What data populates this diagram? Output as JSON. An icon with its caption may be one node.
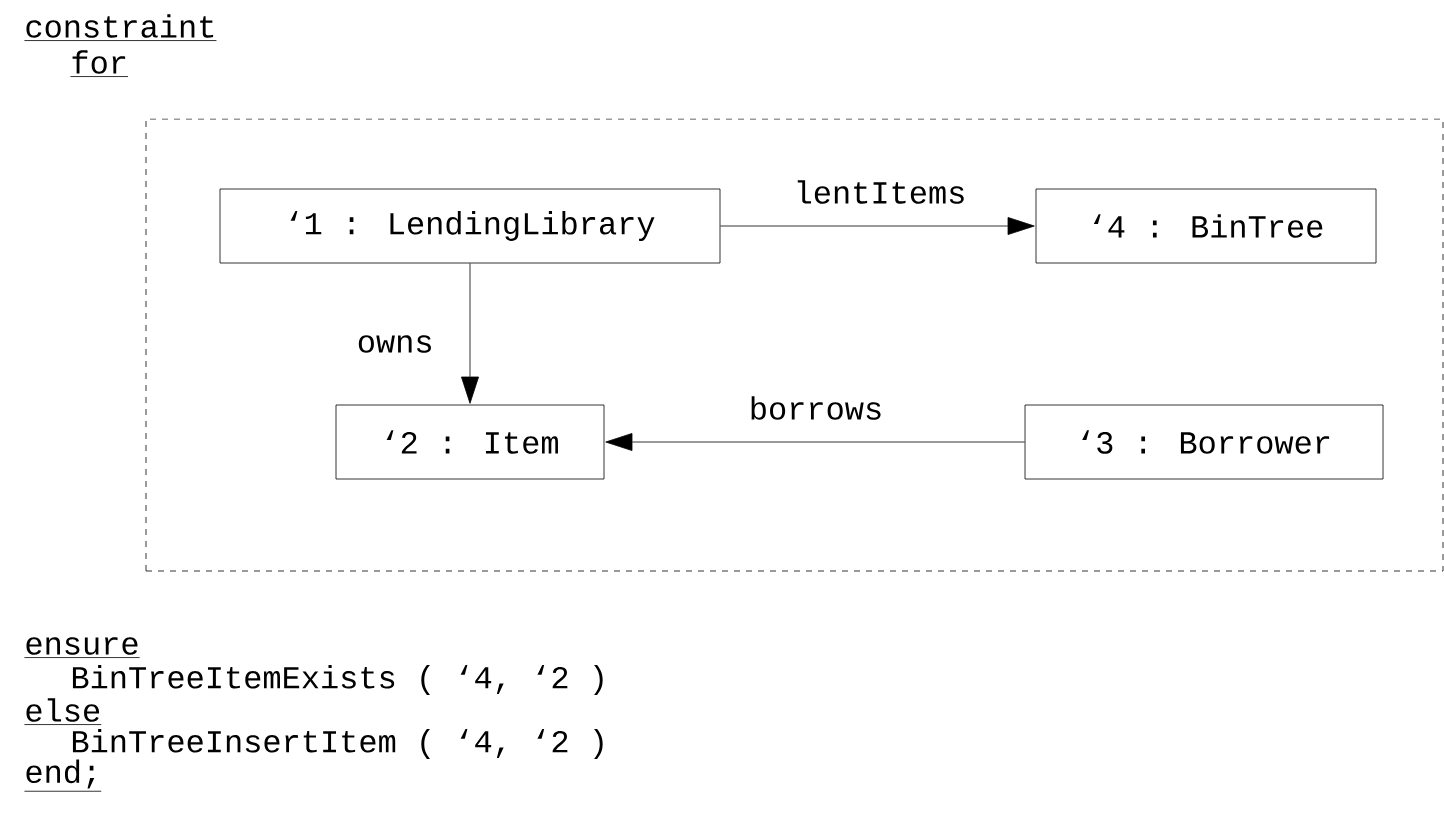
{
  "diagram": {
    "nodes": [
      {
        "text": [],
        "shape": "box"
      },
      {
        "text": [
          "‘1 : LendingLibrary"
        ],
        "in": 0
      },
      {
        "text": [
          "‘4 : BinTree"
        ],
        "in": 0
      },
      {
        "text": [
          "‘2 : Item"
        ],
        "in": 0
      },
      {
        "text": [
          "‘3 : Borrower"
        ],
        "in": 0
      }
    ],
    "edges": [
      {
        "from": 1,
        "to": 2,
        "arrow": "to",
        "label": "lentItems"
      },
      {
        "from": 1,
        "to": 3,
        "arrow": "to",
        "label": "owns"
      },
      {
        "from": 4,
        "to": 3,
        "arrow": "to",
        "label": "borrows"
      }
    ],
    "labels": [
      "constraint",
      "for",
      "ensure",
      "BinTreeItemExists ( ‘4, ‘2 )",
      "else",
      "BinTreeInsertItem ( ‘4, ‘2 )",
      "end;"
    ]
  }
}
